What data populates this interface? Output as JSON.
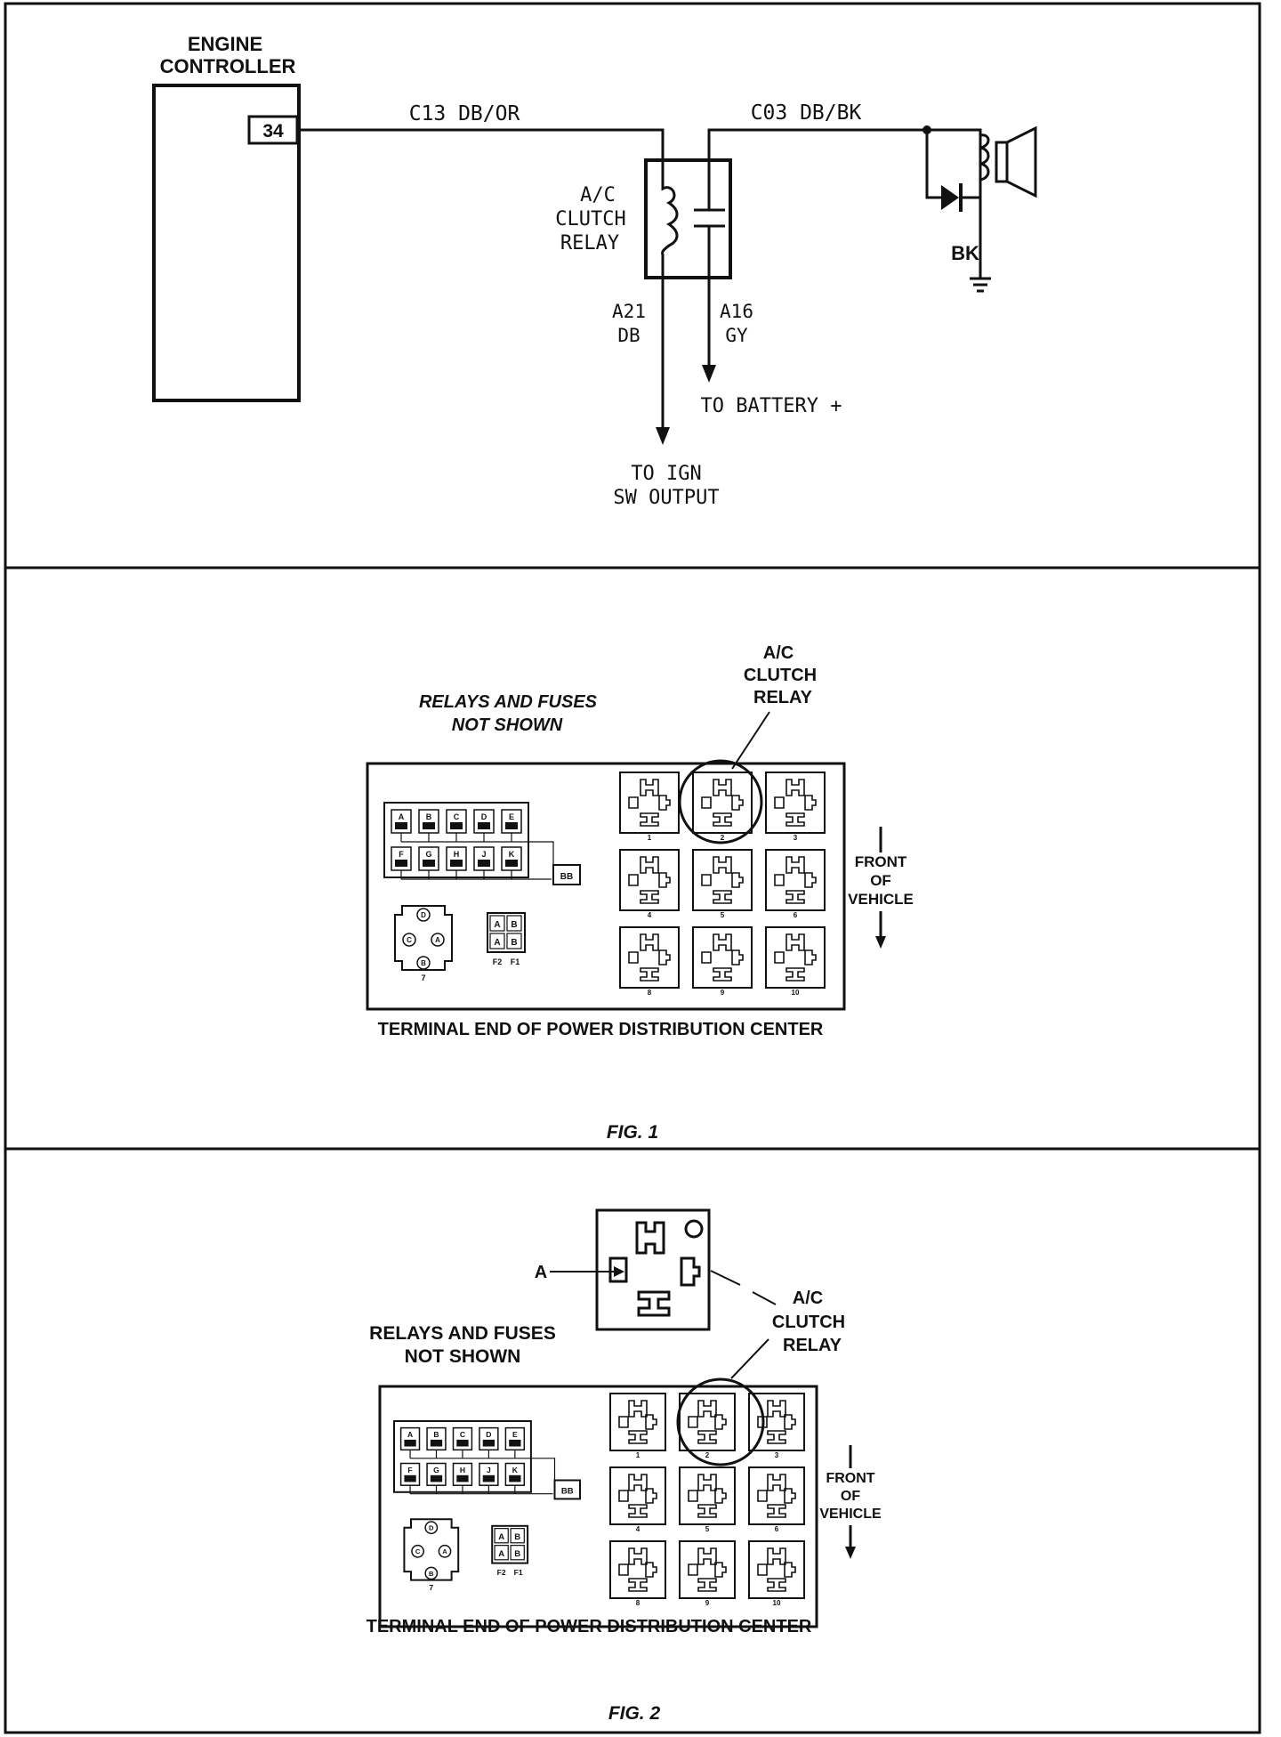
{
  "panel1": {
    "engine_controller": [
      "ENGINE",
      "CONTROLLER"
    ],
    "pin": "34",
    "wire_c13": "C13 DB/OR",
    "wire_c03": "C03 DB/BK",
    "relay_label": [
      "A/C",
      "CLUTCH",
      "RELAY"
    ],
    "wire_a21": [
      "A21",
      "DB"
    ],
    "wire_a16": [
      "A16",
      "GY"
    ],
    "to_battery": "TO BATTERY +",
    "to_ign": [
      "TO IGN",
      "SW OUTPUT"
    ],
    "bk": "BK"
  },
  "panel2": {
    "note": [
      "RELAYS AND FUSES",
      "NOT SHOWN"
    ],
    "relay_callout": [
      "A/C",
      "CLUTCH",
      "RELAY"
    ],
    "front": [
      "FRONT",
      "OF",
      "VEHICLE"
    ],
    "fuse_row1": [
      "A",
      "B",
      "C",
      "D",
      "E"
    ],
    "fuse_row2": [
      "F",
      "G",
      "H",
      "J",
      "K"
    ],
    "bb": "BB",
    "cavity_letters": [
      "D",
      "C",
      "A",
      "B"
    ],
    "connector_7": "7",
    "f_labels": [
      "F2",
      "F1"
    ],
    "ab_letters": [
      "A",
      "B",
      "A",
      "B"
    ],
    "relay_numbers": [
      "1",
      "2",
      "3",
      "4",
      "5",
      "6",
      "8",
      "9",
      "10"
    ],
    "caption": "TERMINAL END OF POWER DISTRIBUTION CENTER",
    "fig": "FIG. 1"
  },
  "panel3": {
    "pointer": "A",
    "relay_callout": [
      "A/C",
      "CLUTCH",
      "RELAY"
    ],
    "note": [
      "RELAYS AND FUSES",
      "NOT SHOWN"
    ],
    "front": [
      "FRONT",
      "OF",
      "VEHICLE"
    ],
    "fuse_row1": [
      "A",
      "B",
      "C",
      "D",
      "E"
    ],
    "fuse_row2": [
      "F",
      "G",
      "H",
      "J",
      "K"
    ],
    "bb": "BB",
    "cavity_letters": [
      "D",
      "C",
      "A",
      "B"
    ],
    "connector_7": "7",
    "f_labels": [
      "F2",
      "F1"
    ],
    "ab_letters": [
      "A",
      "B",
      "A",
      "B"
    ],
    "relay_numbers": [
      "1",
      "2",
      "3",
      "4",
      "5",
      "6",
      "8",
      "9",
      "10"
    ],
    "caption": "TERMINAL END OF POWER DISTRIBUTION CENTER",
    "fig": "FIG. 2"
  }
}
